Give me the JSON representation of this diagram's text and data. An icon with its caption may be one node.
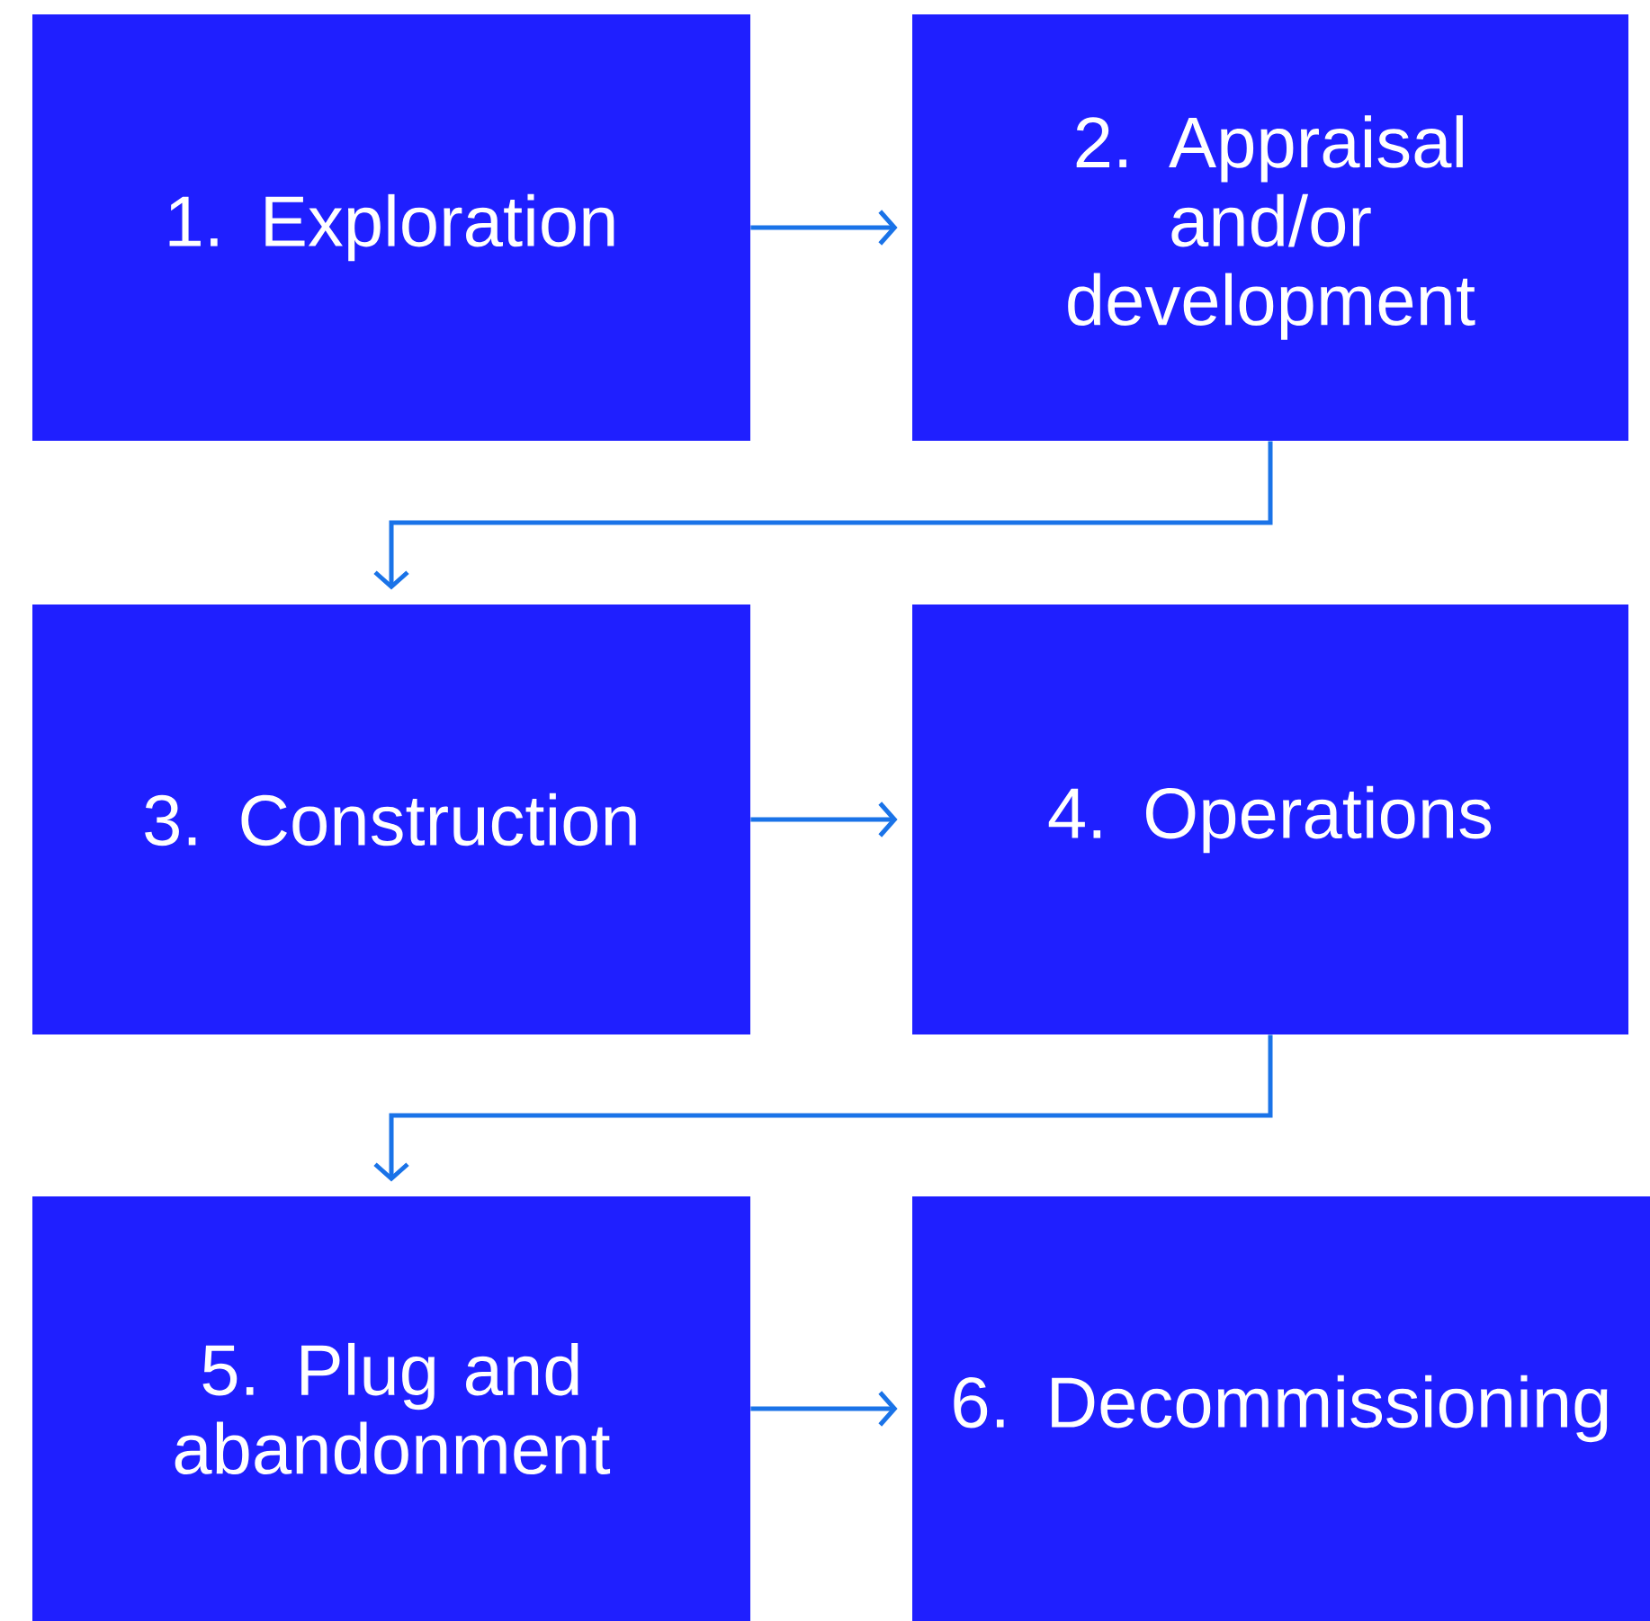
{
  "diagram": {
    "nodes": [
      {
        "text": [
          "1. Exploration"
        ]
      },
      {
        "text": [
          "2. Appraisal and/or development"
        ]
      },
      {
        "text": [
          "3. Construction"
        ]
      },
      {
        "text": [
          "4. Operations"
        ]
      },
      {
        "text": [
          "5. Plug and abandonment"
        ]
      },
      {
        "text": [
          "6. Decommissioning"
        ]
      }
    ],
    "edges": [
      {
        "from": 0,
        "to": 1,
        "arrow": "to"
      },
      {
        "from": 1,
        "to": 2,
        "arrow": "to"
      },
      {
        "from": 2,
        "to": 3,
        "arrow": "to"
      },
      {
        "from": 3,
        "to": 4,
        "arrow": "to"
      },
      {
        "from": 4,
        "to": 5,
        "arrow": "to"
      }
    ]
  }
}
